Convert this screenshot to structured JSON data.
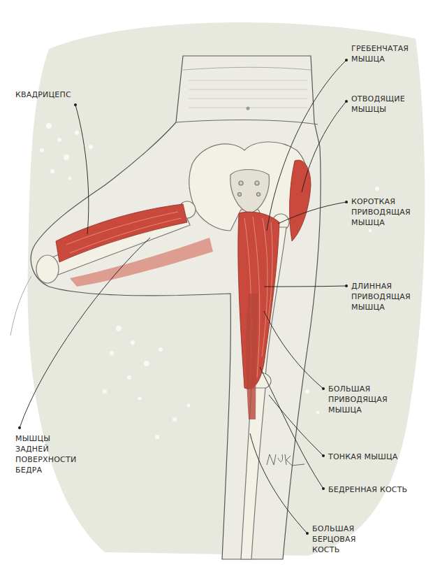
{
  "diagram": {
    "labels": [
      "КВАДРИЦЕПС",
      "ГРЕБЕНЧАТАЯ МЫШЦА",
      "ОТВОДЯЩИЕ МЫШЦЫ",
      "КОРОТКАЯ ПРИВОДЯЩАЯ МЫШЦА",
      "ДЛИННАЯ ПРИВОДЯЩАЯ МЫШЦА",
      "БОЛЬШАЯ ПРИВОДЯЩАЯ МЫШЦА",
      "ТОНКАЯ МЫШЦА",
      "БЕДРЕННАЯ КОСТЬ",
      "БОЛЬШАЯ БЕРЦОВАЯ КОСТЬ",
      "МЫШЦЫ ЗАДНЕЙ ПОВЕРХНОСТИ БЕДРА"
    ]
  }
}
